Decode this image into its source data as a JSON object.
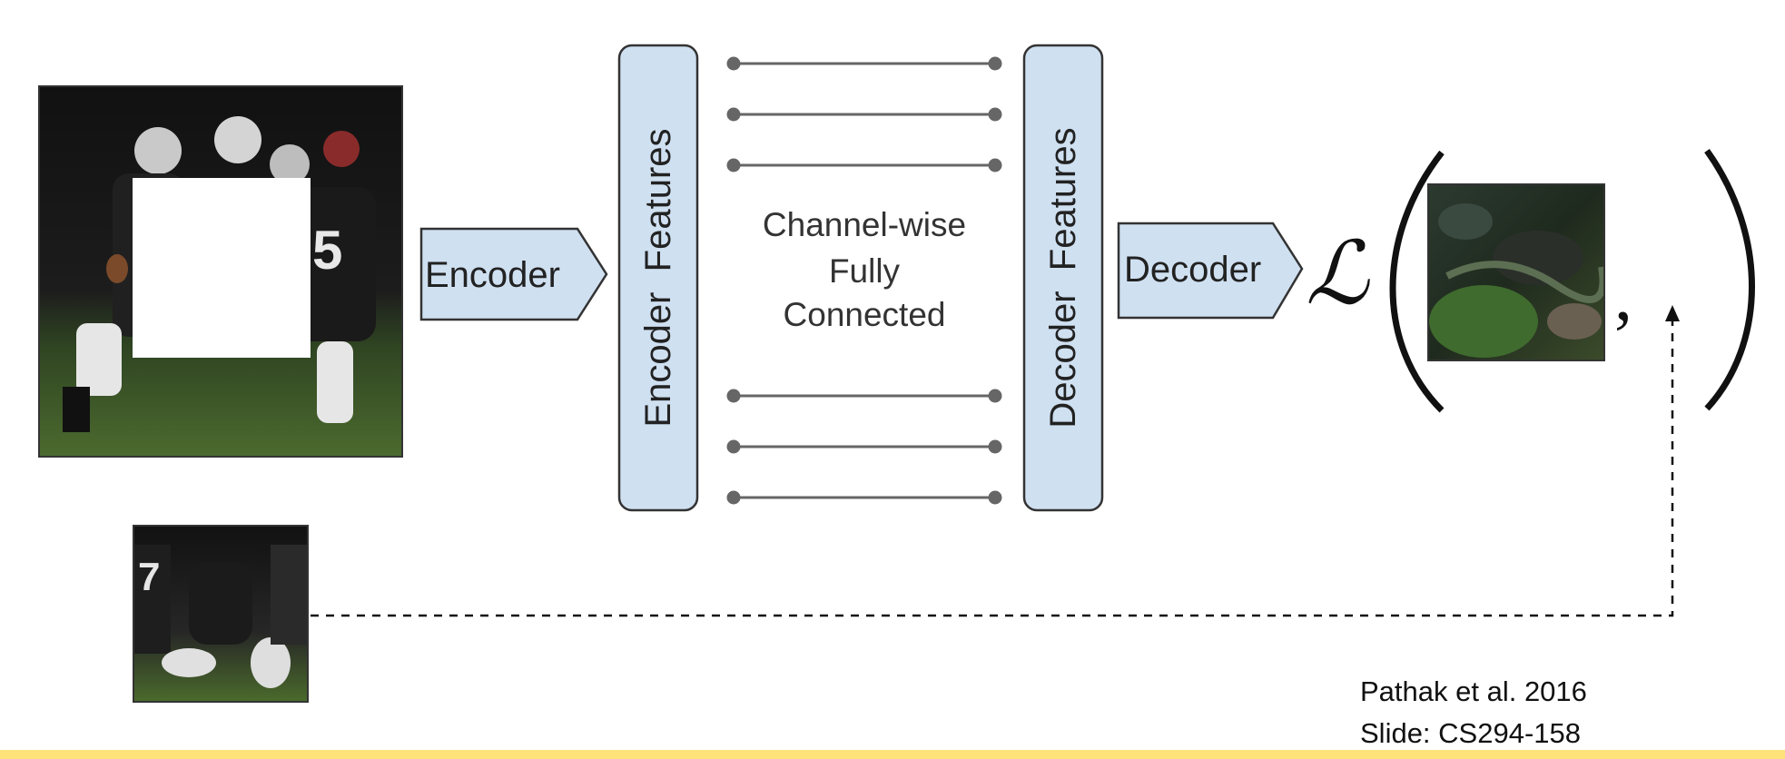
{
  "diagram": {
    "encoder_label": "Encoder",
    "encoder_features_label": "Encoder  Features",
    "fc_label_line1": "Channel-wise",
    "fc_label_line2": "Fully",
    "fc_label_line3": "Connected",
    "decoder_features_label": "Decoder  Features",
    "decoder_label": "Decoder",
    "loss_symbol": "ℒ",
    "comma": ",",
    "colors": {
      "box_fill": "#cfe0f1",
      "box_stroke": "#333333",
      "line": "#555555",
      "grass": "#3f5a2a",
      "jersey": "#1b1b1b"
    }
  },
  "credits": {
    "line1": "Pathak et al. 2016",
    "line2": "Slide: CS294-158"
  }
}
